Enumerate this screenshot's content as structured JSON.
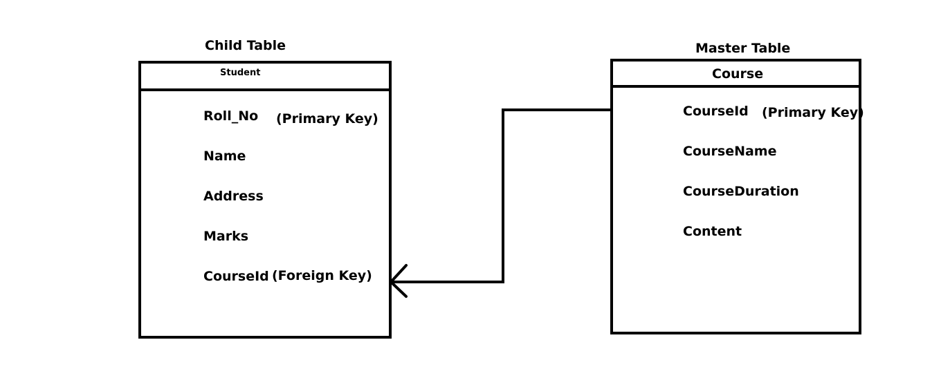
{
  "child": {
    "caption": "Child Table",
    "table_name": "Student",
    "fields": [
      {
        "name": "Roll_No",
        "key": "(Primary Key)"
      },
      {
        "name": "Name",
        "key": ""
      },
      {
        "name": "Address",
        "key": ""
      },
      {
        "name": "Marks",
        "key": ""
      },
      {
        "name": "CourseId",
        "key": "(Foreign Key)"
      }
    ]
  },
  "master": {
    "caption": "Master Table",
    "table_name": "Course",
    "fields": [
      {
        "name": "CourseId",
        "key": "(Primary Key)"
      },
      {
        "name": "CourseName",
        "key": ""
      },
      {
        "name": "CourseDuration",
        "key": ""
      },
      {
        "name": "Content",
        "key": ""
      }
    ]
  },
  "colors": {
    "line": "#000000",
    "background": "#ffffff"
  }
}
